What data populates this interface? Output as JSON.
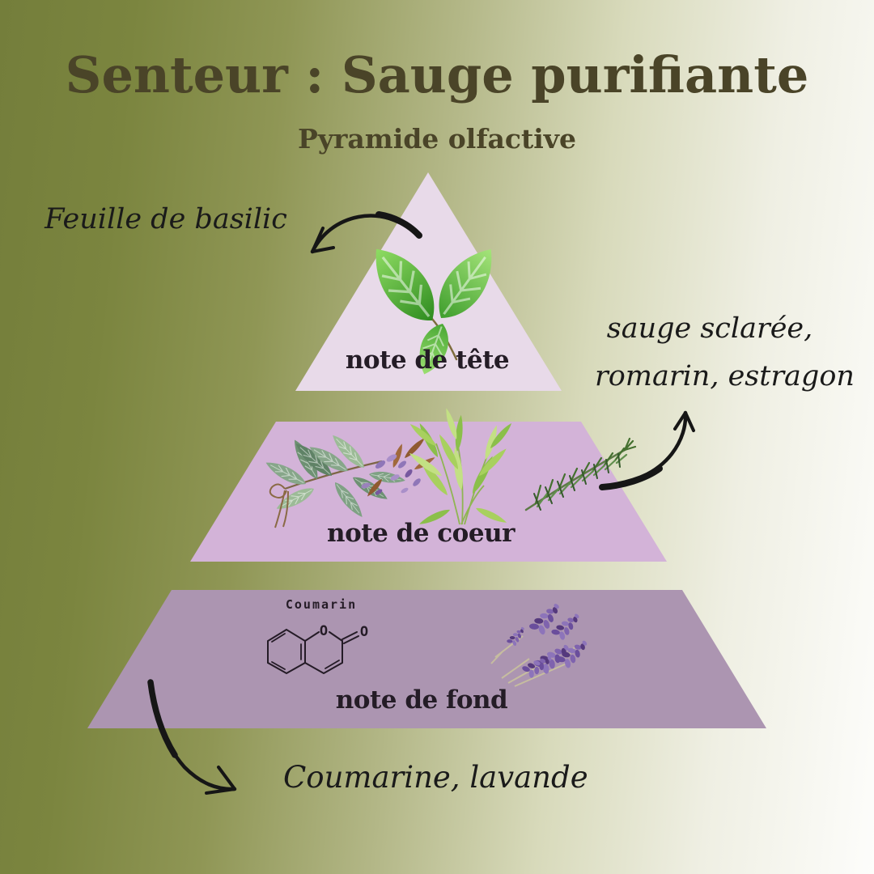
{
  "header": {
    "title": "Senteur : Sauge purifiante",
    "subtitle": "Pyramide olfactive"
  },
  "pyramid": {
    "tiers": [
      {
        "name": "top-note",
        "label": "note de tête",
        "fill": "#e8dae9",
        "ingredients": "Feuille de basilic",
        "illustration": "basil-leaves-icon"
      },
      {
        "name": "heart-note",
        "label": "note de coeur",
        "fill": "#d3b3d8",
        "ingredients": "sauge sclarée, romarin, estragon",
        "illustration": "sage-tarragon-rosemary-icon"
      },
      {
        "name": "base-note",
        "label": "note de fond",
        "fill": "#ac95b1",
        "ingredients": "Coumarine, lavande",
        "illustration": "coumarin-molecule-lavender-icon"
      }
    ]
  },
  "annotations": {
    "top": {
      "text": "Feuille de basilic"
    },
    "heart": {
      "line1": "sauge sclarée,",
      "line2": "romarin, estragon"
    },
    "base": {
      "text": "Coumarine, lavande"
    }
  },
  "molecule": {
    "caption": "Coumarin",
    "ring_oxygen": "O",
    "carbonyl_oxygen": "O"
  },
  "colors": {
    "background_left": "#747e3b",
    "background_right": "#fdfdfb",
    "title_text": "#4a4428",
    "tier_label_text": "#241c26",
    "annotation_text": "#1a1a1a",
    "arrow": "#161616",
    "tier_top_fill": "#e8dae9",
    "tier_heart_fill": "#d3b3d8",
    "tier_base_fill": "#ac95b1"
  },
  "illustration_palette": {
    "basil_green": "#46a834",
    "sage_green": "#87a68a",
    "tarragon_green": "#a8d05e",
    "rosemary_green": "#44702f",
    "lavender_purple": "#6a4e9c",
    "sage_flower_purple": "#8f76b8",
    "twine_brown": "#8a6a45",
    "molecule_ink": "#241b26"
  }
}
